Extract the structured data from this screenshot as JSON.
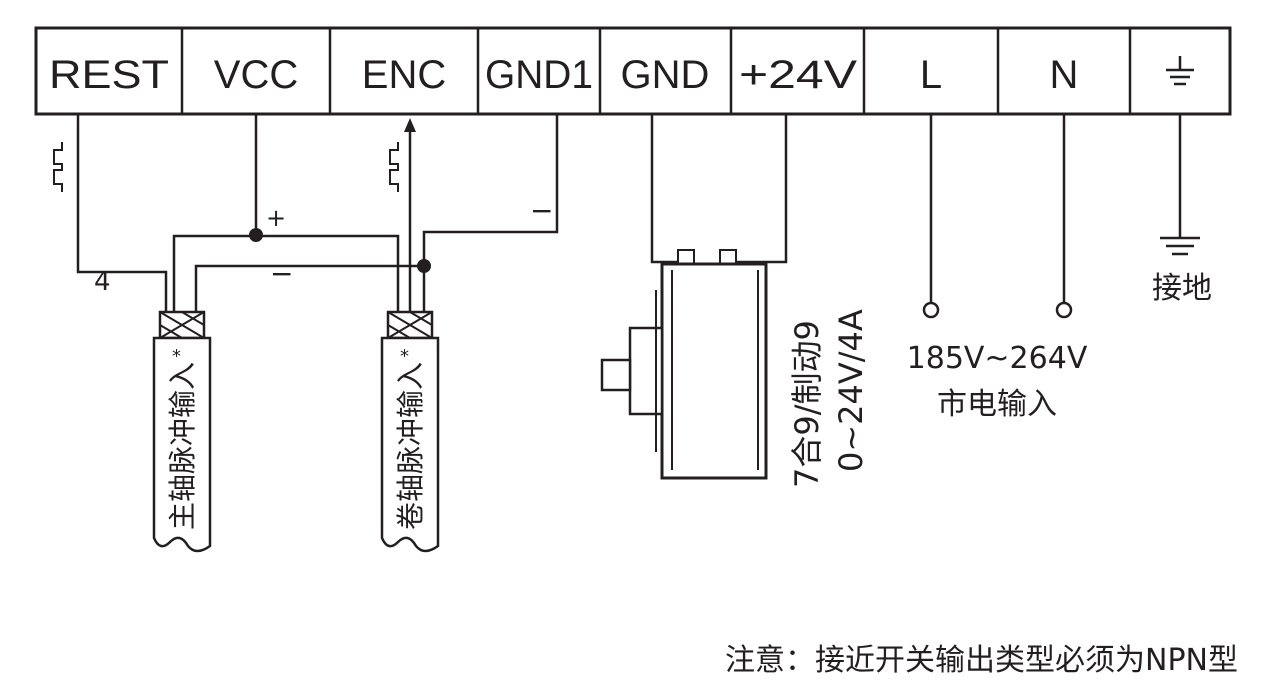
{
  "terminals": [
    {
      "label": "REST"
    },
    {
      "label": "VCC"
    },
    {
      "label": "ENC"
    },
    {
      "label": "GND1"
    },
    {
      "label": "GND"
    },
    {
      "label": "+24V"
    },
    {
      "label": "L"
    },
    {
      "label": "N"
    },
    {
      "label": "",
      "icon": "ground-symbol-icon"
    }
  ],
  "wire_labels": {
    "rest_wire": "4",
    "vcc_wire": "+",
    "gnd_wire": "−",
    "gnd1_wire": "−"
  },
  "cables": {
    "spindle": "主轴脉冲输入",
    "spindle_mark": "*",
    "winding": "卷轴脉冲输入",
    "winding_mark": "*"
  },
  "brake": {
    "line1": "7合9/制动9",
    "line2": "0~24V/4A"
  },
  "mains": {
    "voltage": "185V~264V",
    "label": "市电输入"
  },
  "ground_label": "接地",
  "note": "注意：接近开关输出类型必须为NPN型",
  "colors": {
    "ink": "#231f20",
    "background": "#ffffff"
  }
}
